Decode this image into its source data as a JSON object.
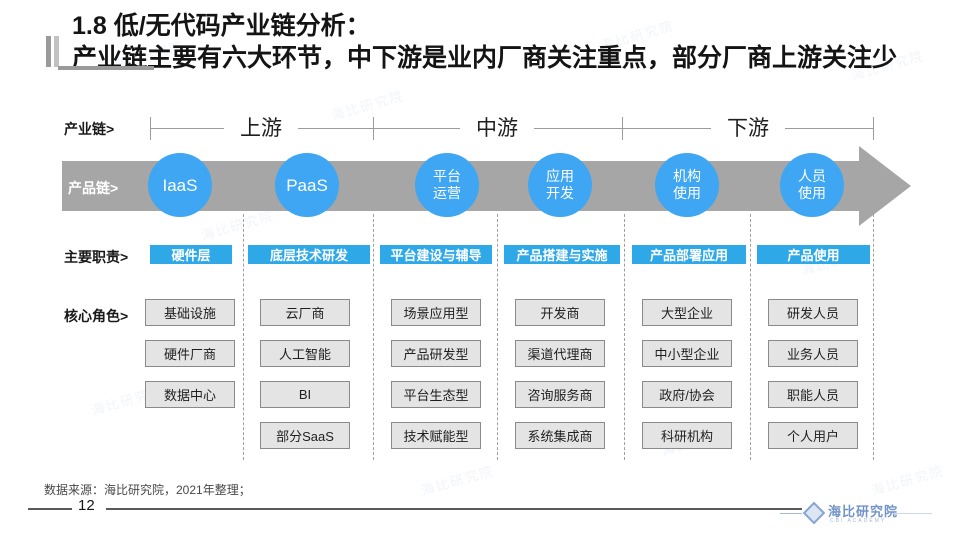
{
  "header": {
    "title_line1": "1.8 低/无代码产业链分析：",
    "title_line2": "产业链主要有六大环节，中下游是业内厂商关注重点，部分厂商上游关注少"
  },
  "diagram": {
    "row_labels": {
      "industry": "产业链>",
      "product": "产品链>",
      "duty": "主要职责>",
      "role": "核心角色>"
    },
    "segments": [
      "上游",
      "中游",
      "下游"
    ],
    "columns": [
      {
        "stage_lines": [
          "IaaS"
        ],
        "duty": "硬件层",
        "roles": [
          "基础设施",
          "硬件厂商",
          "数据中心"
        ]
      },
      {
        "stage_lines": [
          "PaaS"
        ],
        "duty": "底层技术研发",
        "roles": [
          "云厂商",
          "人工智能",
          "BI",
          "部分SaaS"
        ]
      },
      {
        "stage_lines": [
          "平台",
          "运营"
        ],
        "duty": "平台建设与辅导",
        "roles": [
          "场景应用型",
          "产品研发型",
          "平台生态型",
          "技术赋能型"
        ]
      },
      {
        "stage_lines": [
          "应用",
          "开发"
        ],
        "duty": "产品搭建与实施",
        "roles": [
          "开发商",
          "渠道代理商",
          "咨询服务商",
          "系统集成商"
        ]
      },
      {
        "stage_lines": [
          "机构",
          "使用"
        ],
        "duty": "产品部署应用",
        "roles": [
          "大型企业",
          "中小型企业",
          "政府/协会",
          "科研机构"
        ]
      },
      {
        "stage_lines": [
          "人员",
          "使用"
        ],
        "duty": "产品使用",
        "roles": [
          "研发人员",
          "业务人员",
          "职能人员",
          "个人用户"
        ]
      }
    ]
  },
  "footer": {
    "source": "数据来源：海比研究院，2021年整理；",
    "page_number": "12",
    "logo_text": "海比研究院",
    "logo_caption": "CBI ACADEMY"
  },
  "watermark_text": "海比研究院",
  "colors": {
    "bar_blue": "#2fa8e8",
    "circle_blue": "#3ea6f2",
    "arrow_gray": "#a6a6a6",
    "logo_blue": "#7293c8"
  }
}
